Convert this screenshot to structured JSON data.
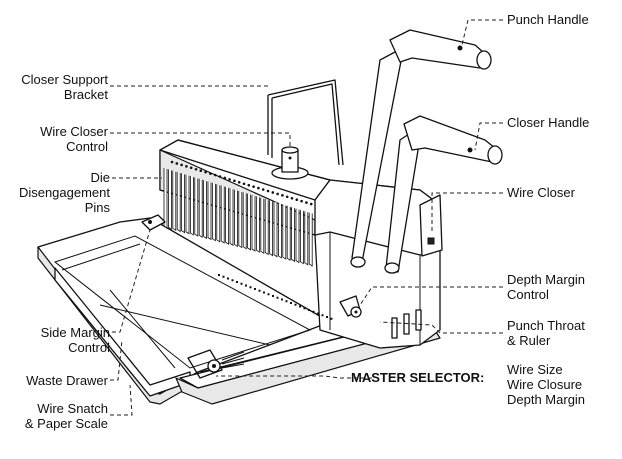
{
  "labels": {
    "punch_handle": "Punch Handle",
    "closer_handle": "Closer Handle",
    "wire_closer": "Wire Closer",
    "depth_margin_control_1": "Depth Margin",
    "depth_margin_control_2": "Control",
    "punch_throat_1": "Punch Throat",
    "punch_throat_2": "& Ruler",
    "master_selector": "MASTER SELECTOR:",
    "wire_size": "Wire Size",
    "wire_closure": "Wire Closure",
    "depth_margin": "Depth Margin",
    "closer_support_1": "Closer Support",
    "closer_support_2": "Bracket",
    "wire_closer_control_1": "Wire Closer",
    "wire_closer_control_2": "Control",
    "die_pins_1": "Die",
    "die_pins_2": "Disengagement",
    "die_pins_3": "Pins",
    "side_margin_1": "Side Margin",
    "side_margin_2": "Control",
    "waste_drawer": "Waste Drawer",
    "wire_snatch_1": "Wire Snatch",
    "wire_snatch_2": "& Paper Scale"
  }
}
